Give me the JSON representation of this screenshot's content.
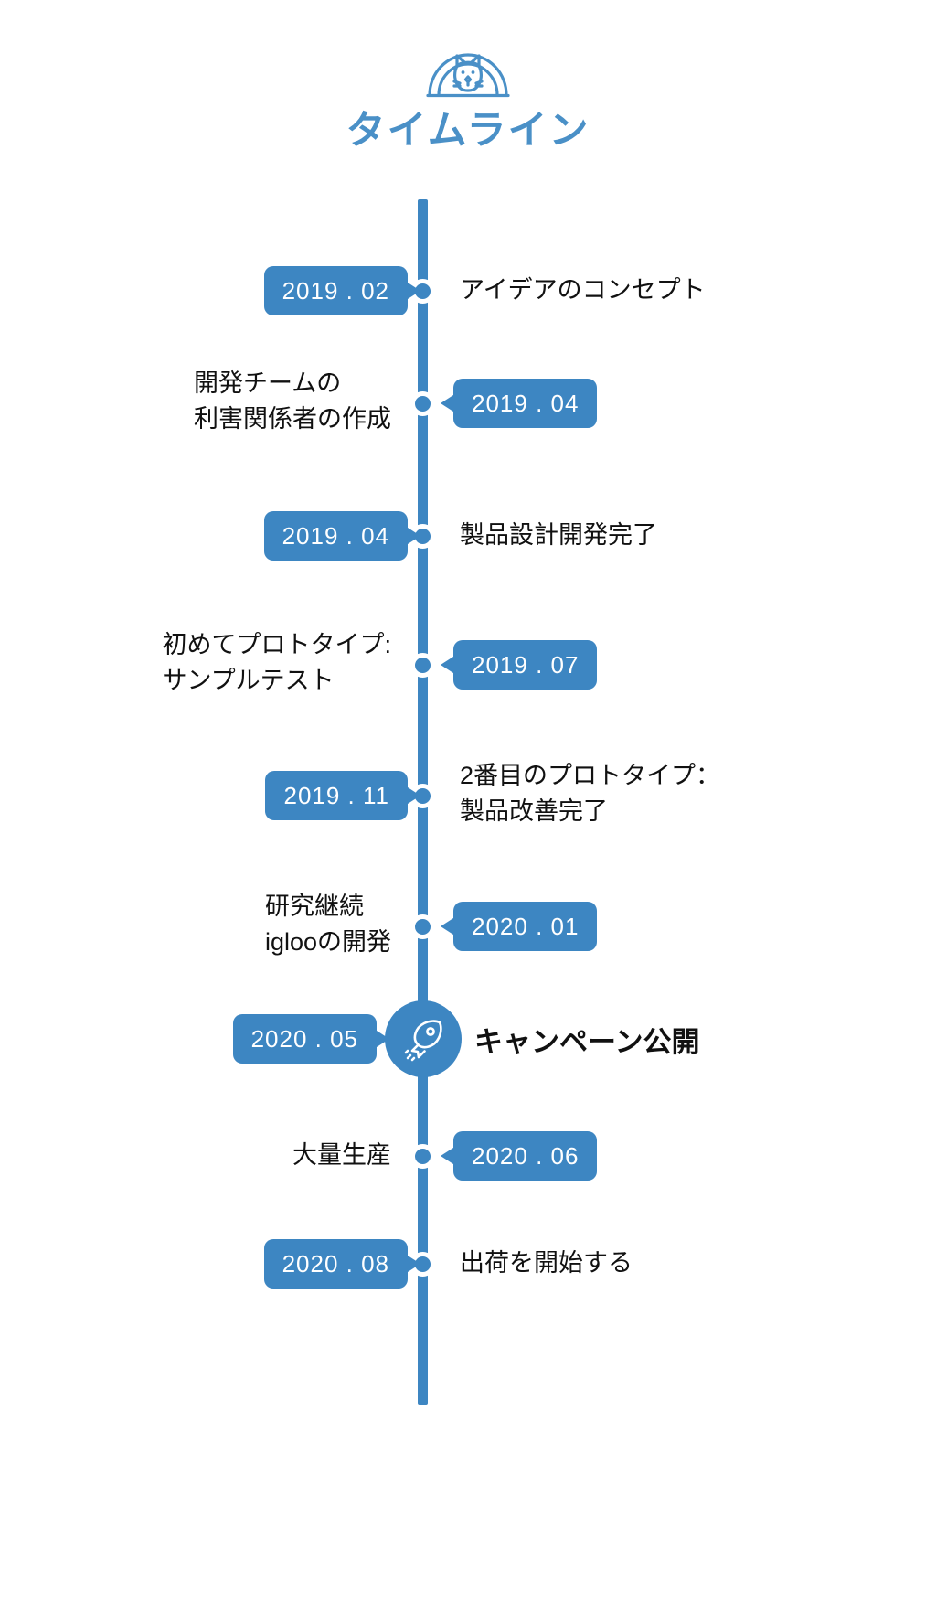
{
  "header": {
    "logo_icon": "igloo-cat-logo-icon",
    "title": "タイムライン"
  },
  "theme": {
    "accent": "#3d86c2",
    "title_color": "#4a90c7",
    "text_color": "#111111",
    "background": "#ffffff"
  },
  "timeline": {
    "milestone_icon": "rocket-icon",
    "entries": [
      {
        "date": "2019 . 02",
        "date_side": "left",
        "label": "アイデアのコンセプト",
        "label_side": "right",
        "lines": 1,
        "milestone": false
      },
      {
        "date": "2019 . 04",
        "date_side": "right",
        "label": "開発チームの\n利害関係者の作成",
        "label_side": "left",
        "lines": 2,
        "milestone": false
      },
      {
        "date": "2019 . 04",
        "date_side": "left",
        "label": "製品設計開発完了",
        "label_side": "right",
        "lines": 1,
        "milestone": false
      },
      {
        "date": "2019 . 07",
        "date_side": "right",
        "label": "初めてプロトタイプ:\nサンプルテスト",
        "label_side": "left",
        "lines": 2,
        "milestone": false
      },
      {
        "date": "2019 . 11",
        "date_side": "left",
        "label": "2番目のプロトタイプ：\n製品改善完了",
        "label_side": "right",
        "lines": 2,
        "milestone": false
      },
      {
        "date": "2020 . 01",
        "date_side": "right",
        "label": "研究継続\niglooの開発",
        "label_side": "left",
        "lines": 2,
        "milestone": false
      },
      {
        "date": "2020 . 05",
        "date_side": "left",
        "label": "キャンペーン公開",
        "label_side": "right",
        "lines": 1,
        "milestone": true
      },
      {
        "date": "2020 . 06",
        "date_side": "right",
        "label": "大量生産",
        "label_side": "left",
        "lines": 1,
        "milestone": false
      },
      {
        "date": "2020 . 08",
        "date_side": "left",
        "label": "出荷を開始する",
        "label_side": "right",
        "lines": 1,
        "milestone": false
      }
    ]
  }
}
